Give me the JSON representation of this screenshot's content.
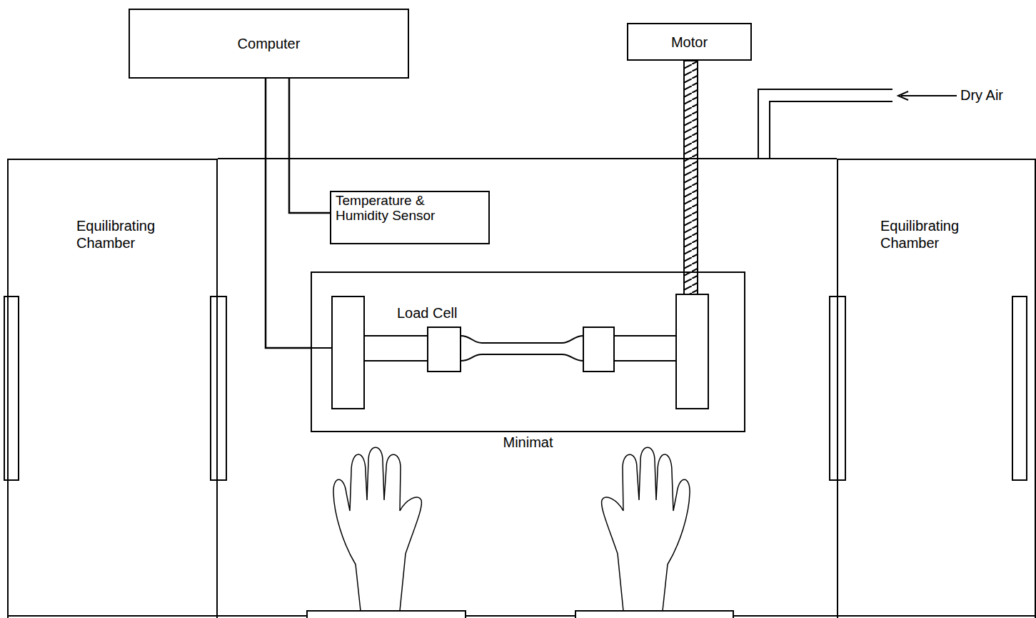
{
  "diagram": {
    "nodes": [
      {
        "text": [
          "Computer"
        ]
      },
      {
        "text": [
          "Motor"
        ]
      },
      {
        "text": [
          "Temperature & Humidity Sensor"
        ]
      },
      {
        "text": [
          "Equilibrating Chamber"
        ]
      },
      {
        "text": [
          "Minimat"
        ]
      },
      {
        "text": [
          "Equilibrating Chamber"
        ]
      }
    ],
    "edges": [
      {
        "from": 0,
        "to": 2,
        "arrow": "none"
      },
      {
        "from": 0,
        "to": 4,
        "arrow": "none"
      }
    ],
    "labels": [
      "Load Cell",
      "Dry Air"
    ]
  }
}
